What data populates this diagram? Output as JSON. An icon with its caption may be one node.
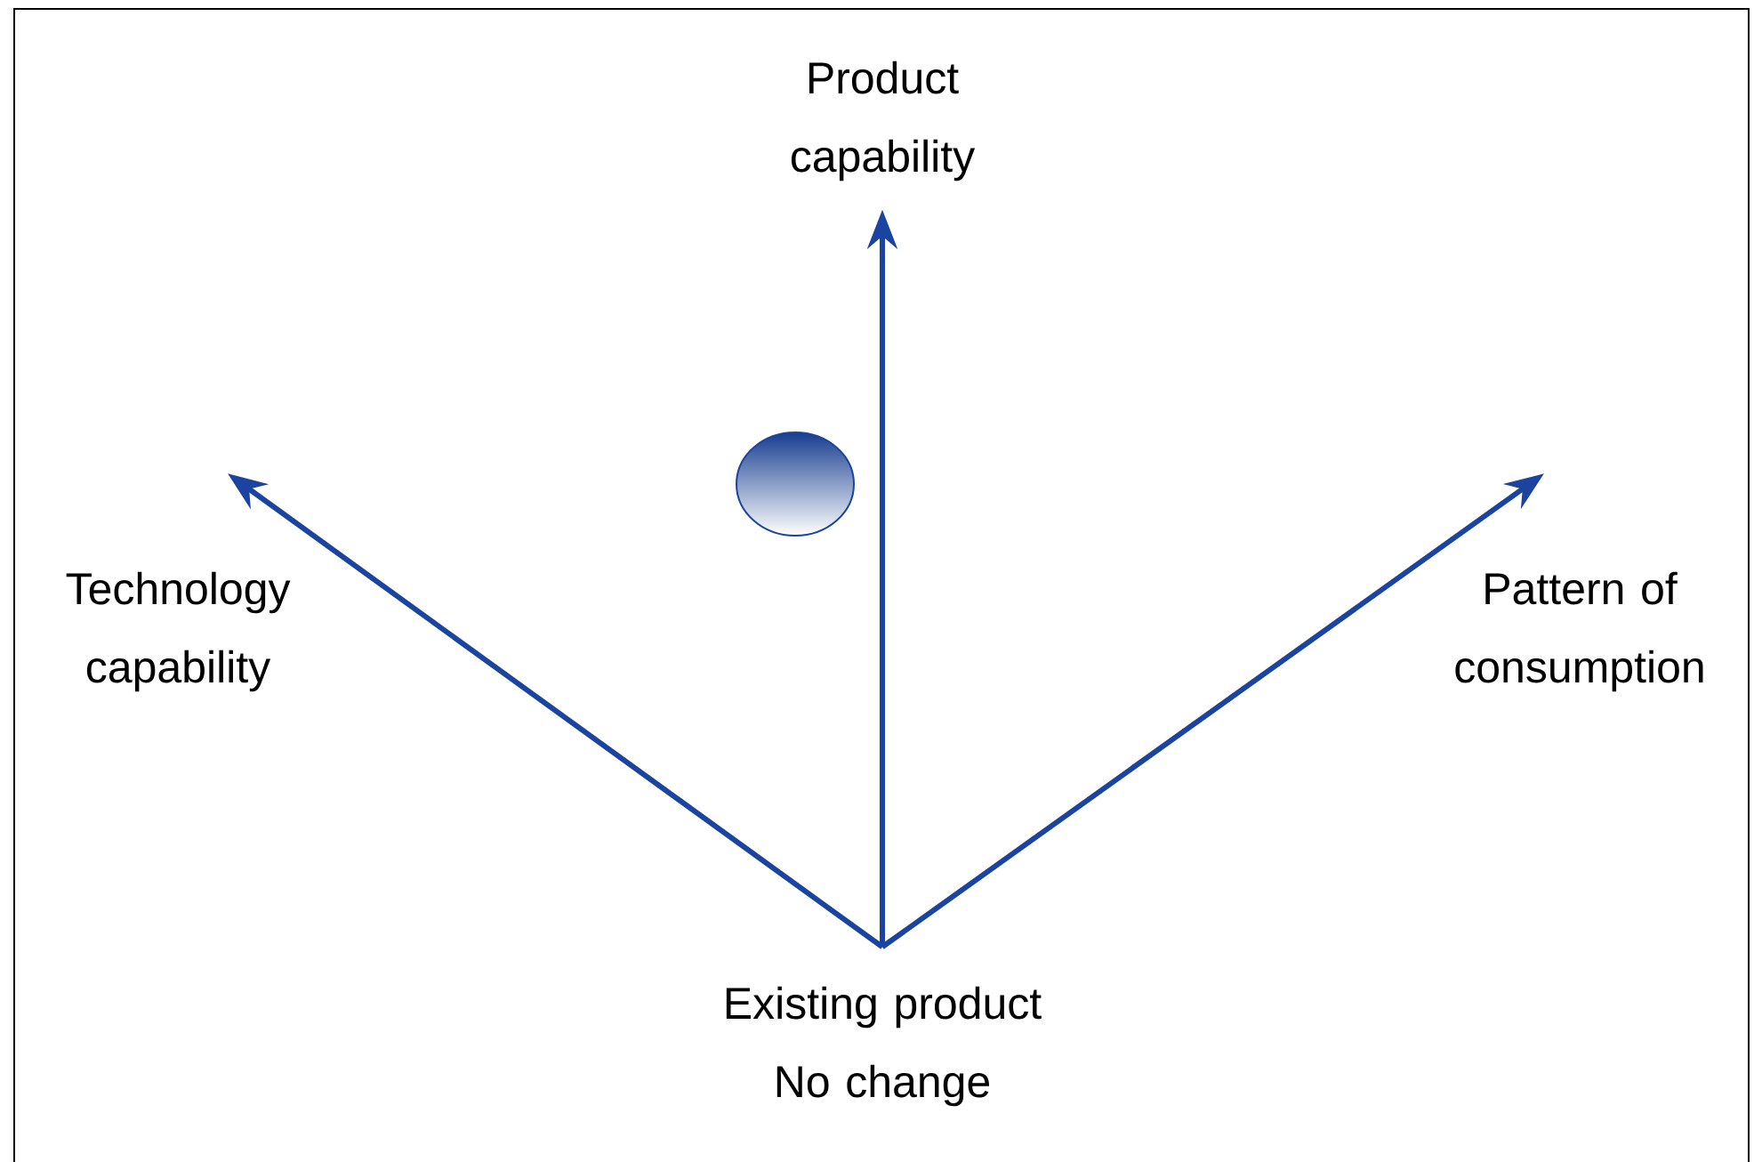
{
  "diagram": {
    "nodes": [
      {
        "text": [
          "Product capability"
        ]
      },
      {
        "text": [
          "Technology capability"
        ]
      },
      {
        "text": [
          "Pattern of consumption"
        ]
      },
      {
        "text": [
          "Existing product No change"
        ]
      }
    ],
    "edges": [
      {
        "from": 3,
        "to": 0,
        "arrow": "to"
      },
      {
        "from": 3,
        "to": 1,
        "arrow": "to"
      },
      {
        "from": 3,
        "to": 2,
        "arrow": "to"
      }
    ]
  }
}
